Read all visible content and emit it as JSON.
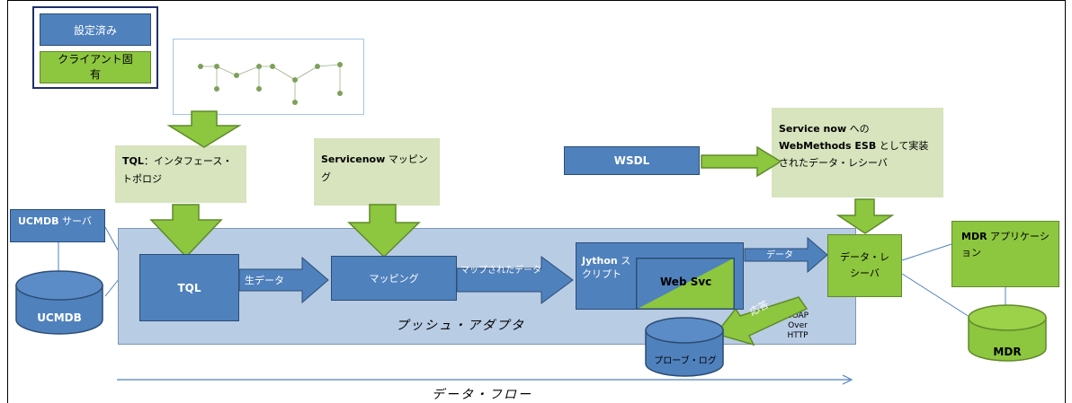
{
  "legend": {
    "configured": "設定済み",
    "client_specific": "クライアント固有"
  },
  "tql_note": {
    "bold": "TQL",
    "rest": "：インタフェース・トポロジ"
  },
  "servicenow_note": {
    "bold": "Servicenow",
    "rest": " マッピング"
  },
  "wsdl": "WSDL",
  "esb_note": {
    "b1": "Service now",
    "t1": " への ",
    "b2": "WebMethods ESB",
    "t2": " として実装されたデータ・レシーバ"
  },
  "ucmdb_server": {
    "bold": "UCMDB",
    "rest": " サーバ"
  },
  "ucmdb": "UCMDB",
  "tql_box": "TQL",
  "raw_data": "生データ",
  "mapping_box": "マッピング",
  "mapped_data": "マップされたデータ",
  "jython": {
    "bold": "Jython",
    "rest": " スクリプト"
  },
  "websvc": "Web Svc",
  "data_label": "データ",
  "response_label": "応答",
  "data_receiver": "データ・レシーバ",
  "mdr_app": {
    "bold": "MDR",
    "rest": " アプリケーション"
  },
  "mdr": "MDR",
  "push_adapter": "プッシュ・アダプタ",
  "soap": [
    "SOAP",
    "Over",
    "HTTP"
  ],
  "probe_log": "プローブ・ログ",
  "data_flow": "データ・フロー"
}
